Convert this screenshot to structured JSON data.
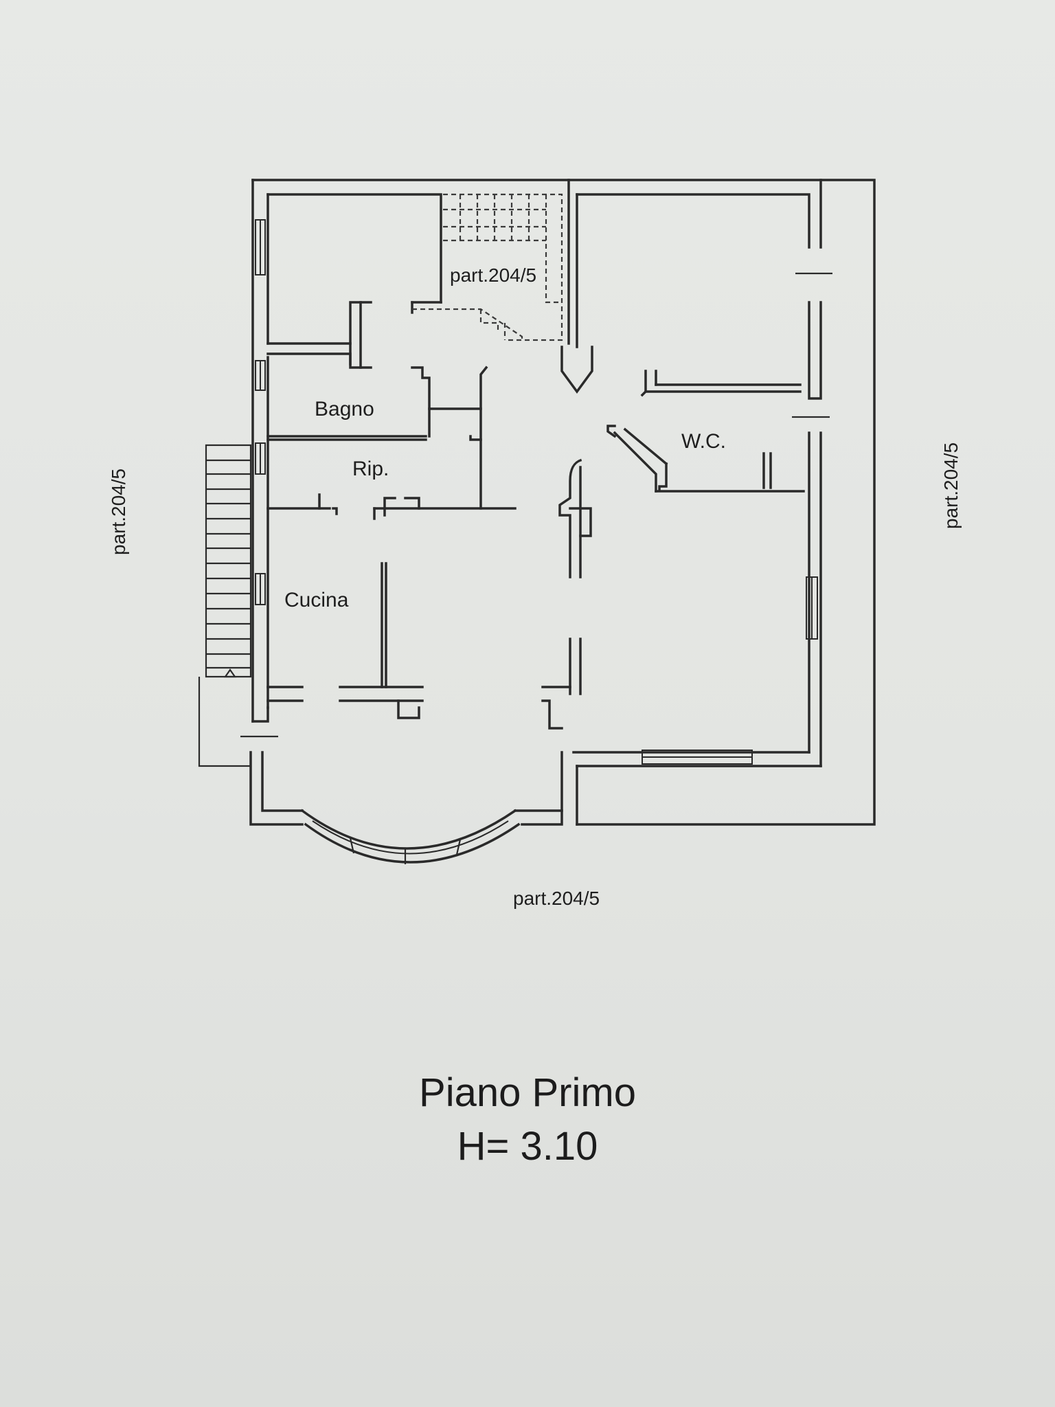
{
  "rooms": {
    "bagno": "Bagno",
    "ripostiglio": "Rip.",
    "cucina": "Cucina",
    "wc": "W.C."
  },
  "parcels": {
    "top_center": "part.204/5",
    "left": "part.204/5",
    "right": "part.204/5",
    "bottom": "part.204/5"
  },
  "footer": {
    "floor_name": "Piano Primo",
    "height": "H= 3.10"
  },
  "colors": {
    "paper": "#e5e7e4",
    "ink": "#2a2a2a"
  }
}
